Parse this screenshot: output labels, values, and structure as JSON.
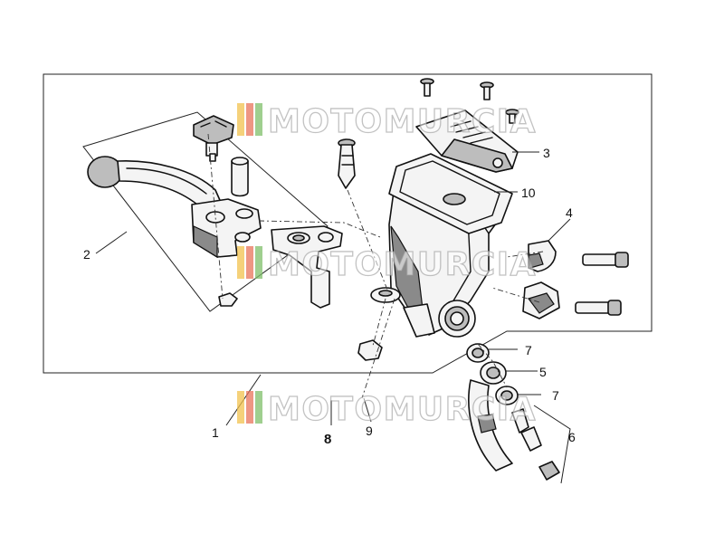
{
  "callouts": {
    "c1": "1",
    "c2": "2",
    "c3": "3",
    "c4": "4",
    "c5": "5",
    "c6": "6",
    "c7a": "7",
    "c7b": "7",
    "c8": "8",
    "c9": "9",
    "c10": "10"
  },
  "watermark": {
    "text": "MOTOMURCIA",
    "stripe_colors": [
      "#f2c14e",
      "#e8735a",
      "#7fbf6a"
    ]
  },
  "colors": {
    "line": "#111111",
    "part_fill": "#f4f4f4",
    "part_shade": "#bdbdbd",
    "background": "#ffffff"
  }
}
